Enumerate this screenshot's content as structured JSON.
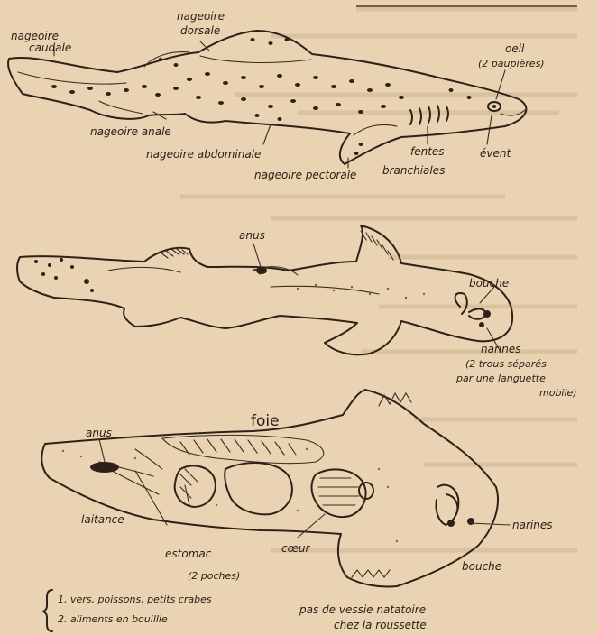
{
  "figure_top": {
    "labels": {
      "nageoire_caudale": [
        "nageoire",
        "caudale"
      ],
      "nageoire_dorsale": [
        "nageoire",
        "dorsale"
      ],
      "oeil": [
        "oeil",
        "(2 paupières)"
      ],
      "nageoire_anale": "nageoire anale",
      "nageoire_abdominale": "nageoire abdominale",
      "nageoire_pectorale": "nageoire pectorale",
      "fentes_branchiales": [
        "fentes",
        "branchiales"
      ],
      "event": "évent"
    }
  },
  "figure_middle": {
    "labels": {
      "anus": "anus",
      "bouche": "bouche",
      "narines": [
        "narines",
        "(2 trous séparés",
        "par une languette",
        "mobile)"
      ]
    }
  },
  "figure_bottom": {
    "labels": {
      "foie": "foie",
      "anus": "anus",
      "laitance": "laitance",
      "estomac": [
        "estomac",
        "(2 poches)"
      ],
      "coeur": "cœur",
      "narines": "narines",
      "bouche": "bouche",
      "vessie": [
        "pas de vessie natatoire",
        "chez la roussette"
      ]
    },
    "diet_notes": [
      "1. vers, poissons, petits crabes",
      "2. aliments en bouillie"
    ]
  },
  "colors": {
    "paper": "#e9d3b2",
    "ink": "#2e2218",
    "print_bleed": "#c9ad8c"
  }
}
